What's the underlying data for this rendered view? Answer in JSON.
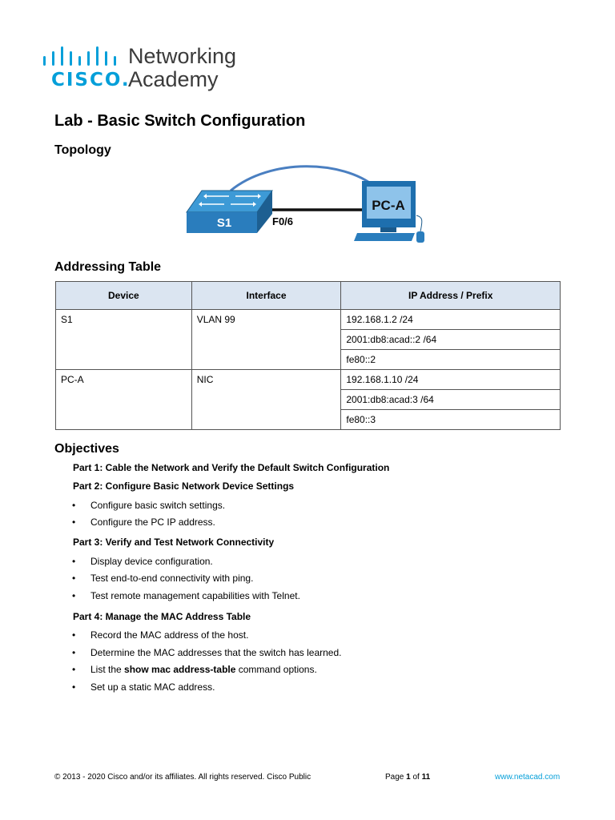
{
  "logo": {
    "brand": "CISCO.",
    "line1": "Networking",
    "line2": "Academy"
  },
  "title": "Lab - Basic Switch Configuration",
  "topology": {
    "heading": "Topology",
    "switch_label": "S1",
    "port_label": "F0/6",
    "pc_label": "PC-A",
    "colors": {
      "device_blue": "#2e86c1",
      "cable_blue": "#4a7fc1",
      "cable_black": "#111111"
    }
  },
  "addressing": {
    "heading": "Addressing Table",
    "headers": [
      "Device",
      "Interface",
      "IP Address / Prefix"
    ],
    "rows": [
      {
        "device": "S1",
        "interface": "VLAN 99",
        "addresses": [
          "192.168.1.2 /24",
          "2001:db8:acad::2 /64",
          "fe80::2"
        ]
      },
      {
        "device": "PC-A",
        "interface": "NIC",
        "addresses": [
          "192.168.1.10 /24",
          "2001:db8:acad:3 /64",
          "fe80::3"
        ]
      }
    ],
    "header_bg": "#dbe5f1"
  },
  "objectives": {
    "heading": "Objectives",
    "part1": "Part 1: Cable the Network and Verify the Default Switch Configuration",
    "part2": "Part 2: Configure Basic Network Device Settings",
    "part2_items": [
      "Configure basic switch settings.",
      "Configure the PC IP address."
    ],
    "part3": "Part 3: Verify and Test Network Connectivity",
    "part3_items": [
      "Display device configuration.",
      "Test end-to-end connectivity with ping.",
      "Test remote management capabilities with Telnet."
    ],
    "part4": "Part 4: Manage the MAC Address Table",
    "part4_items": [
      "Record the MAC address of the host.",
      "Determine the MAC addresses that the switch has learned."
    ],
    "part4_cmd_prefix": "List the ",
    "part4_cmd": "show mac address-table",
    "part4_cmd_suffix": " command options.",
    "part4_last": "Set up a static MAC address.",
    "bullet": "•"
  },
  "footer": {
    "copyright": "© 2013 - 2020 Cisco and/or its affiliates. All rights reserved. Cisco Public",
    "page_word": "Page ",
    "page_num": "1",
    "page_of": " of ",
    "page_total": "11",
    "link": "www.netacad.com",
    "link_color": "#049fd9"
  }
}
